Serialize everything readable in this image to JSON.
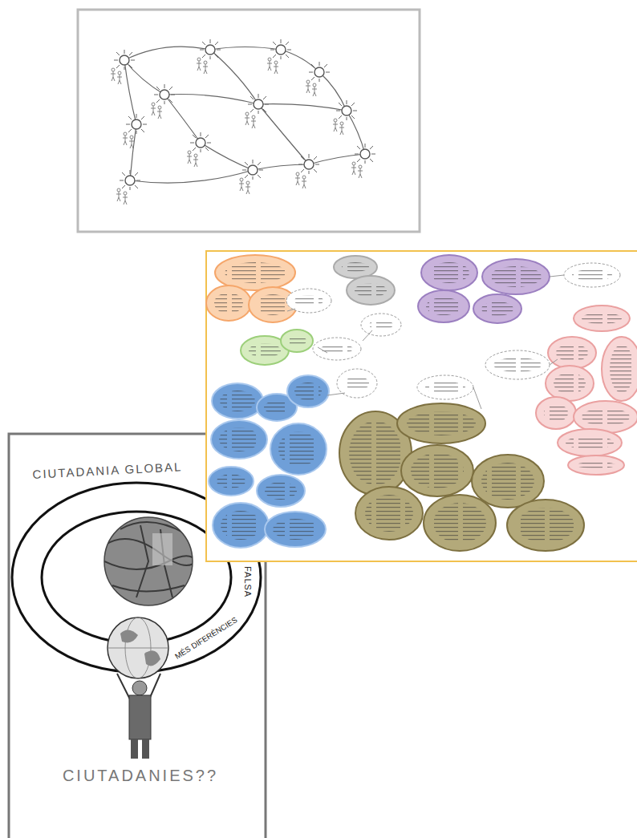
{
  "diagram": {
    "labels": [
      "CIUTADANIA GLOBAL",
      "FALSA",
      "MÉS DIFERÈNCIES",
      "CIUTADANIES??"
    ]
  }
}
